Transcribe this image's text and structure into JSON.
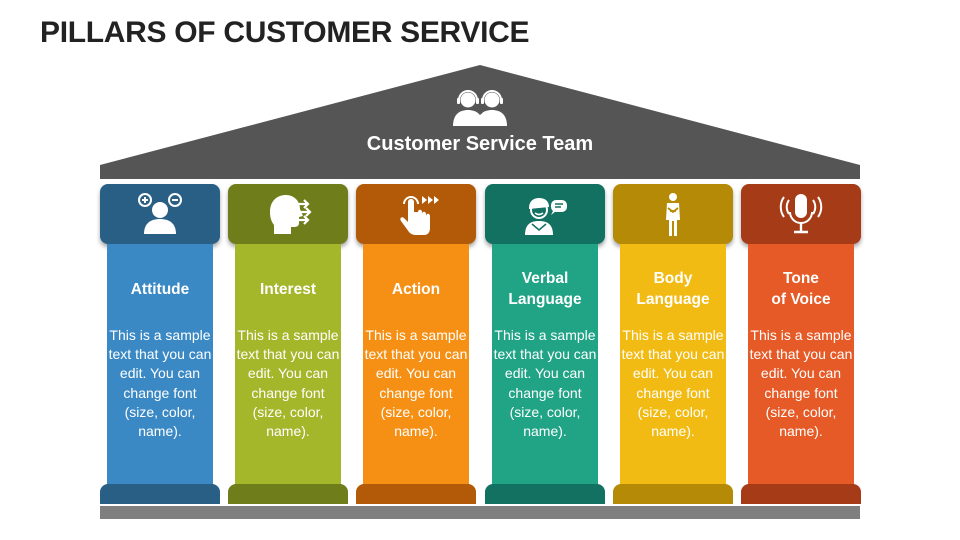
{
  "title": "PILLARS OF CUSTOMER SERVICE",
  "roof": {
    "label": "Customer Service Team",
    "icon": "customer-service-team-icon",
    "color": "#555555"
  },
  "floor": {
    "color": "#7f7f7f"
  },
  "pillars": [
    {
      "heading": "Attitude",
      "text": "This is a sample text that you can edit. You can change font (size, color, name).",
      "icon": "attitude-face-plus-minus-icon",
      "cap_color": "#2a5f85",
      "shaft_color": "#3b89c4",
      "base_color": "#2a5f85"
    },
    {
      "heading": "Interest",
      "text": "This is a sample text that you can edit. You can change font (size, color, name).",
      "icon": "head-arrows-icon",
      "cap_color": "#6f7d1a",
      "shaft_color": "#a4b62a",
      "base_color": "#6f7d1a"
    },
    {
      "heading": "Action",
      "text": "This is a sample text that you can edit. You can change font (size, color, name).",
      "icon": "tap-hand-icon",
      "cap_color": "#b25a07",
      "shaft_color": "#f59015",
      "base_color": "#b25a07"
    },
    {
      "heading": "Verbal\nLanguage",
      "text": "This is a sample text that you can edit. You can change font (size, color, name).",
      "icon": "person-speech-bubble-icon",
      "cap_color": "#137161",
      "shaft_color": "#21a386",
      "base_color": "#137161"
    },
    {
      "heading": "Body\nLanguage",
      "text": "This is a sample text that you can edit. You can change font (size, color, name).",
      "icon": "standing-person-icon",
      "cap_color": "#b58a07",
      "shaft_color": "#f2bb13",
      "base_color": "#b58a07"
    },
    {
      "heading": "Tone\nof Voice",
      "text": "This is a sample text that you can edit. You can change font (size, color, name).",
      "icon": "microphone-icon",
      "cap_color": "#a53b17",
      "shaft_color": "#e55a26",
      "base_color": "#a53b17"
    }
  ]
}
